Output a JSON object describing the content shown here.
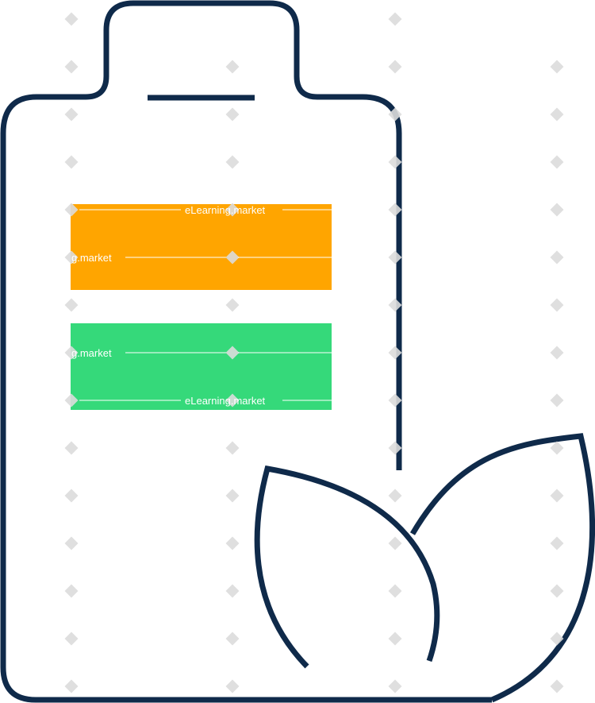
{
  "illustration": {
    "name": "eco-battery",
    "stroke_color": "#0f2a4a",
    "charge_levels": [
      {
        "name": "upper-level",
        "color": "#ffa500"
      },
      {
        "name": "lower-level",
        "color": "#35d97a"
      }
    ]
  },
  "watermark": {
    "text": "eLearning.market",
    "text_partial": "g.market",
    "diamond_color": "#dcdcdc"
  }
}
